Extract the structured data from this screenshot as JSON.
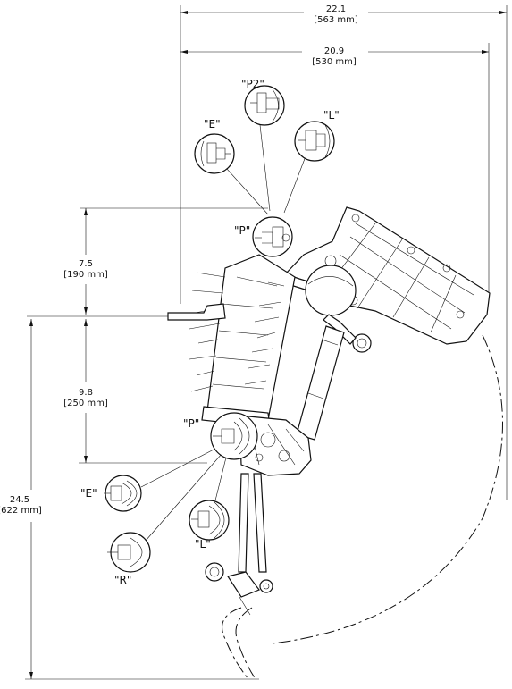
{
  "dimensions": {
    "overall_width": {
      "value": "22.1",
      "metric": "[563 mm]"
    },
    "inner_width": {
      "value": "20.9",
      "metric": "[530 mm]"
    },
    "upper_height": {
      "value": "7.5",
      "metric": "[190 mm]"
    },
    "middle_height": {
      "value": "9.8",
      "metric": "[250 mm]"
    },
    "total_height": {
      "value": "24.5",
      "metric": "[622 mm]"
    }
  },
  "callouts": {
    "top_p2": "\"P2\"",
    "top_e": "\"E\"",
    "top_l": "\"L\"",
    "top_p": "\"P\"",
    "bottom_p": "\"P\"",
    "bottom_e": "\"E\"",
    "bottom_l": "\"L\"",
    "bottom_r": "\"R\""
  }
}
